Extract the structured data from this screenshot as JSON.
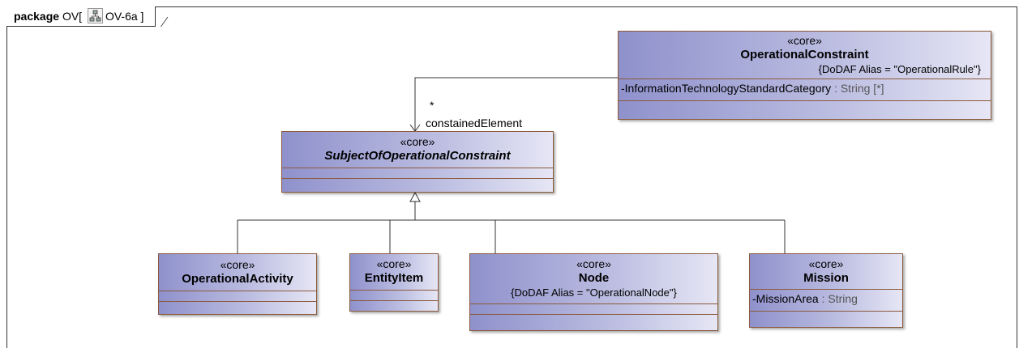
{
  "frame": {
    "keyword": "package",
    "name": "OV",
    "bracket_open": "[",
    "diagram_name": "OV-6a",
    "bracket_close": "]",
    "icon": "class-diagram-icon"
  },
  "classes": {
    "operational_constraint": {
      "stereotype": "«core»",
      "name": "OperationalConstraint",
      "alias": "{DoDAF Alias = \"OperationalRule\"}",
      "attr_prefix": "-",
      "attr_name": "InformationTechnologyStandardCategory",
      "attr_type": " : String [*]"
    },
    "subject": {
      "stereotype": "«core»",
      "name": "SubjectOfOperationalConstraint"
    },
    "operational_activity": {
      "stereotype": "«core»",
      "name": "OperationalActivity"
    },
    "entity_item": {
      "stereotype": "«core»",
      "name": "EntityItem"
    },
    "node": {
      "stereotype": "«core»",
      "name": "Node",
      "alias": "{DoDAF Alias = \"OperationalNode\"}"
    },
    "mission": {
      "stereotype": "«core»",
      "name": "Mission",
      "attr_prefix": "-",
      "attr_name": "MissionArea",
      "attr_type": " : String"
    }
  },
  "association": {
    "multiplicity": "*",
    "role": "constainedElement"
  },
  "colors": {
    "class_border": "#8b5a3c",
    "class_fill_dark": "#8f91cc",
    "class_fill_light": "#e6e6f5"
  }
}
